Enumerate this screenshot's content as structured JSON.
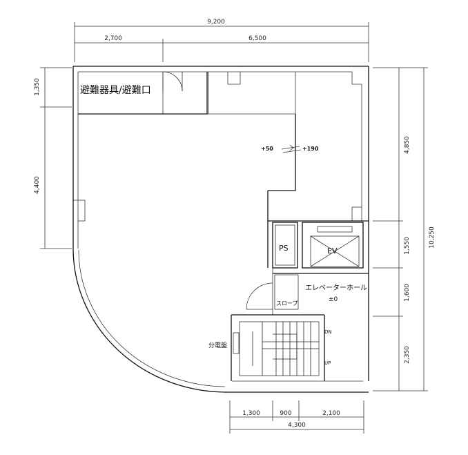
{
  "dimensions": {
    "total_width": "9,200",
    "left_width": "2,700",
    "right_width": "6,500",
    "left_top": "1,350",
    "left_bottom": "4,400",
    "right_upper": "4,850",
    "right_ev": "1,550",
    "right_hall": "1,600",
    "right_stair": "2,350",
    "right_total": "10,250",
    "bottom_a": "1,300",
    "bottom_b": "900",
    "bottom_c": "2,100",
    "bottom_total": "4,300"
  },
  "rooms": {
    "evac": "避難器具/避難口",
    "ps": "PS",
    "ev": "EV",
    "elevator_hall": "エレベーターホール",
    "hall_level": "±0",
    "slope": "スロープ",
    "panel": "分電盤"
  },
  "levels": {
    "left": "+50",
    "right": "+190"
  },
  "stairs": {
    "dn": "DN",
    "up": "UP"
  }
}
